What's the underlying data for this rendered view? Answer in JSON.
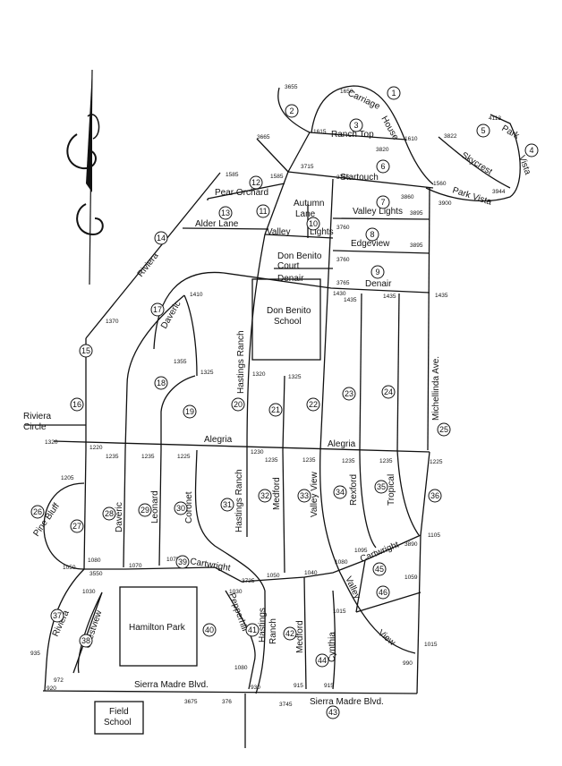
{
  "labels": {
    "carriage_house_1": "Carriage",
    "carriage_house_2": "House",
    "ranch_top": "Ranch Top",
    "park_vista_1": "Park",
    "park_vista_2": "Vista",
    "skycrest": "Skycrest",
    "park_vista_road": "Park  Vista",
    "startouch": "Startouch",
    "pear_orchard": "Pear Orchard",
    "autumn_lane_1": "Autumn",
    "autumn_lane_2": "Lane",
    "valley_lights": "Valley Lights",
    "alder_lane": "Alder Lane",
    "valley": "Valley",
    "lights": "Lights",
    "edgeview": "Edgeview",
    "riviera_top": "Riviera",
    "don_benito_court_1": "Don Benito",
    "don_benito_court_2": "Court",
    "denair_left": "Denair",
    "denair_right": "Denair",
    "daveric_top": "Daveric",
    "don_benito_school_1": "Don Benito",
    "don_benito_school_2": "School",
    "hastings_ranch_top": "Hastings Ranch",
    "michellinda": "Michellinda Ave.",
    "riviera_circle_1": "Riviera",
    "riviera_circle_2": "Circle",
    "alegria_left": "Alegria",
    "alegria_right": "Alegria",
    "pine_bluff": "Pine Bluff",
    "daveric_mid": "Daveric",
    "leonard": "Leonard",
    "coronet": "Coronet",
    "hastings_ranch_mid": "Hastings Ranch",
    "medford_mid": "Medford",
    "valley_view_mid": "Valley View",
    "rexford": "Rexford",
    "tropical": "Tropical",
    "cartwright_left": "Cartwright",
    "cartwright_right": "Cartwright",
    "valley_low": "Valley",
    "view_low": "View",
    "hamilton_park": "Hamilton Park",
    "pepperhill": "Pepperhill",
    "hastings_low": "Hastings",
    "ranch_low": "Ranch",
    "medford_low": "Medford",
    "cynthia": "Cynthia",
    "riviera_low": "Riviera",
    "crestview": "Crestview",
    "sierra_madre_left": "Sierra Madre Blvd.",
    "sierra_madre_right": "Sierra Madre Blvd.",
    "field_school_1": "Field",
    "field_school_2": "School"
  },
  "numbers": {
    "n3655": "3655",
    "n1650": "1650",
    "n1615": "1615",
    "n1610": "1610",
    "n3820": "3820",
    "n3665": "3665",
    "n3822": "3822",
    "n4113": "4113",
    "n1585a": "1585",
    "n1585b": "1585",
    "n3715": "3715",
    "n3755": "3755",
    "n1560": "1560",
    "n3860": "3860",
    "n3900": "3900",
    "n3944": "3944",
    "n3895a": "3895",
    "n3760a": "3760",
    "n3895b": "3895",
    "n3760b": "3760",
    "n3765": "3765",
    "n1430": "1430",
    "n1435a": "1435",
    "n1435b": "1435",
    "n1435c": "1435",
    "n1410": "1410",
    "n1370": "1370",
    "n1355": "1355",
    "n1325a": "1325",
    "n1320a": "1320",
    "n1325b": "1325",
    "n1320b": "1320",
    "n1220": "1220",
    "n1235a": "1235",
    "n1235b": "1235",
    "n1225a": "1225",
    "n1230": "1230",
    "n1235c": "1235",
    "n1235d": "1235",
    "n1235e": "1235",
    "n1235f": "1235",
    "n1225b": "1225",
    "n1205": "1205",
    "n1095": "1095",
    "n3890": "3890",
    "n1105": "1105",
    "n1080a": "1080",
    "n1050a": "1050",
    "n3550": "3550",
    "n1070": "1070",
    "n1075": "1075",
    "n3725": "3725",
    "n1050b": "1050",
    "n1040": "1040",
    "n1080b": "1080",
    "n1059": "1059",
    "n1030a": "1030",
    "n1030b": "1030",
    "n1015a": "1015",
    "n1015b": "1015",
    "n990": "990",
    "n935": "935",
    "n1080c": "1080",
    "n972": "972",
    "n920": "920",
    "n930": "930",
    "n915a": "915",
    "n915b": "915",
    "n3675": "3675",
    "n376": "376",
    "n3745": "3745"
  },
  "markers": [
    "1",
    "2",
    "3",
    "4",
    "5",
    "6",
    "7",
    "8",
    "9",
    "10",
    "11",
    "12",
    "13",
    "14",
    "15",
    "16",
    "17",
    "18",
    "19",
    "20",
    "21",
    "22",
    "23",
    "24",
    "25",
    "26",
    "27",
    "28",
    "29",
    "30",
    "31",
    "32",
    "33",
    "34",
    "35",
    "36",
    "37",
    "38",
    "39",
    "40",
    "41",
    "42",
    "43",
    "44",
    "45",
    "46"
  ]
}
